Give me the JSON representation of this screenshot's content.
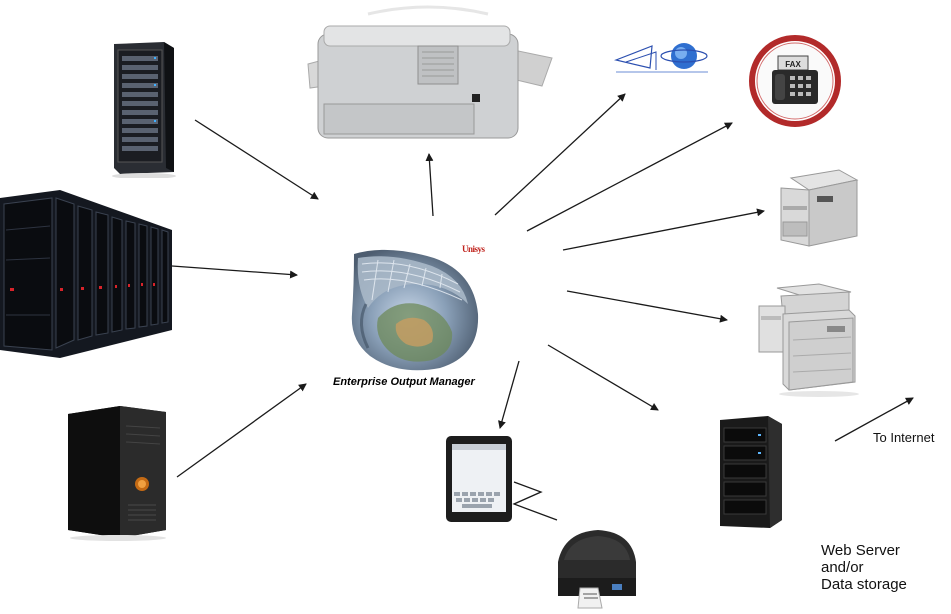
{
  "center": {
    "brand": "Unisys",
    "caption": "Enterprise Output Manager"
  },
  "labels": {
    "to_internet": "To Internet",
    "webserver_lines": [
      "Web Server",
      "and/or",
      "Data storage"
    ]
  },
  "colors": {
    "arrow": "#1a1a1a",
    "rack_dark": "#141820",
    "fax_ring": "#b22a2a",
    "brand_red": "#c0221c",
    "globe_blue": "#2f6fd0"
  }
}
